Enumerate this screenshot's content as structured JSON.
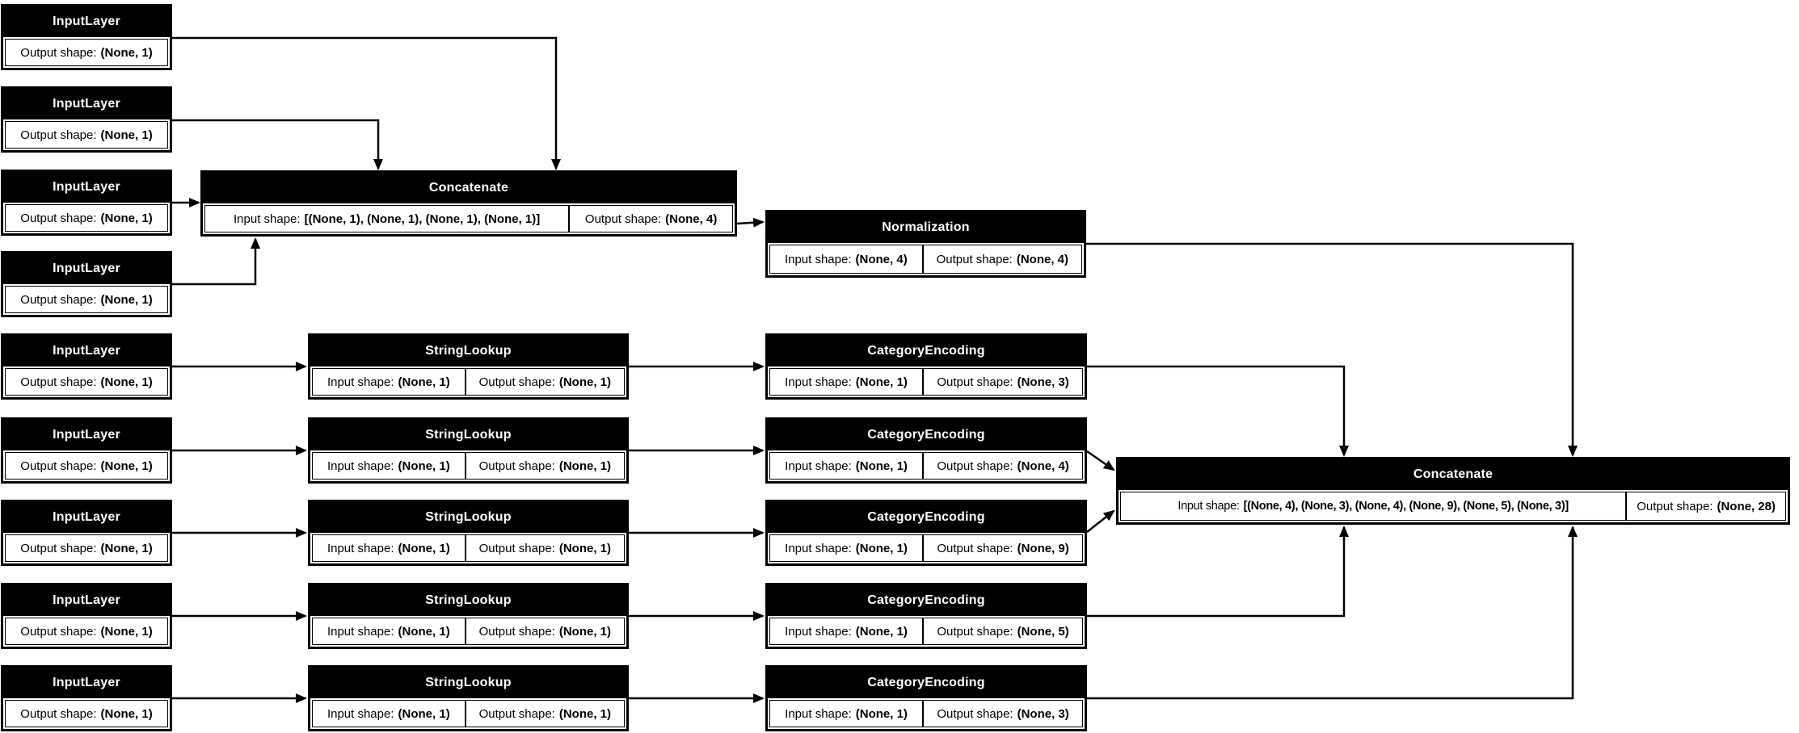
{
  "labels": {
    "input": "Input shape:",
    "output": "Output shape:"
  },
  "colors": {
    "node_border": "#000000",
    "title_bg": "#000000",
    "title_text": "#ffffff",
    "cell_bg": "#ffffff",
    "edge": "#000000",
    "background": "#ffffff"
  },
  "nodes": {
    "il1": {
      "title": "InputLayer",
      "output_shape": "(None, 1)"
    },
    "il2": {
      "title": "InputLayer",
      "output_shape": "(None, 1)"
    },
    "il3": {
      "title": "InputLayer",
      "output_shape": "(None, 1)"
    },
    "il4": {
      "title": "InputLayer",
      "output_shape": "(None, 1)"
    },
    "il5": {
      "title": "InputLayer",
      "output_shape": "(None, 1)"
    },
    "il6": {
      "title": "InputLayer",
      "output_shape": "(None, 1)"
    },
    "il7": {
      "title": "InputLayer",
      "output_shape": "(None, 1)"
    },
    "il8": {
      "title": "InputLayer",
      "output_shape": "(None, 1)"
    },
    "il9": {
      "title": "InputLayer",
      "output_shape": "(None, 1)"
    },
    "concat1": {
      "title": "Concatenate",
      "input_shape": "[(None, 1), (None, 1), (None, 1), (None, 1)]",
      "output_shape": "(None, 4)"
    },
    "norm": {
      "title": "Normalization",
      "input_shape": "(None, 4)",
      "output_shape": "(None, 4)"
    },
    "sl1": {
      "title": "StringLookup",
      "input_shape": "(None, 1)",
      "output_shape": "(None, 1)"
    },
    "sl2": {
      "title": "StringLookup",
      "input_shape": "(None, 1)",
      "output_shape": "(None, 1)"
    },
    "sl3": {
      "title": "StringLookup",
      "input_shape": "(None, 1)",
      "output_shape": "(None, 1)"
    },
    "sl4": {
      "title": "StringLookup",
      "input_shape": "(None, 1)",
      "output_shape": "(None, 1)"
    },
    "sl5": {
      "title": "StringLookup",
      "input_shape": "(None, 1)",
      "output_shape": "(None, 1)"
    },
    "ce1": {
      "title": "CategoryEncoding",
      "input_shape": "(None, 1)",
      "output_shape": "(None, 3)"
    },
    "ce2": {
      "title": "CategoryEncoding",
      "input_shape": "(None, 1)",
      "output_shape": "(None, 4)"
    },
    "ce3": {
      "title": "CategoryEncoding",
      "input_shape": "(None, 1)",
      "output_shape": "(None, 9)"
    },
    "ce4": {
      "title": "CategoryEncoding",
      "input_shape": "(None, 1)",
      "output_shape": "(None, 5)"
    },
    "ce5": {
      "title": "CategoryEncoding",
      "input_shape": "(None, 1)",
      "output_shape": "(None, 3)"
    },
    "concat2": {
      "title": "Concatenate",
      "input_shape": "[(None, 4), (None, 3), (None, 4), (None, 9), (None, 5), (None, 3)]",
      "output_shape": "(None, 28)"
    }
  }
}
